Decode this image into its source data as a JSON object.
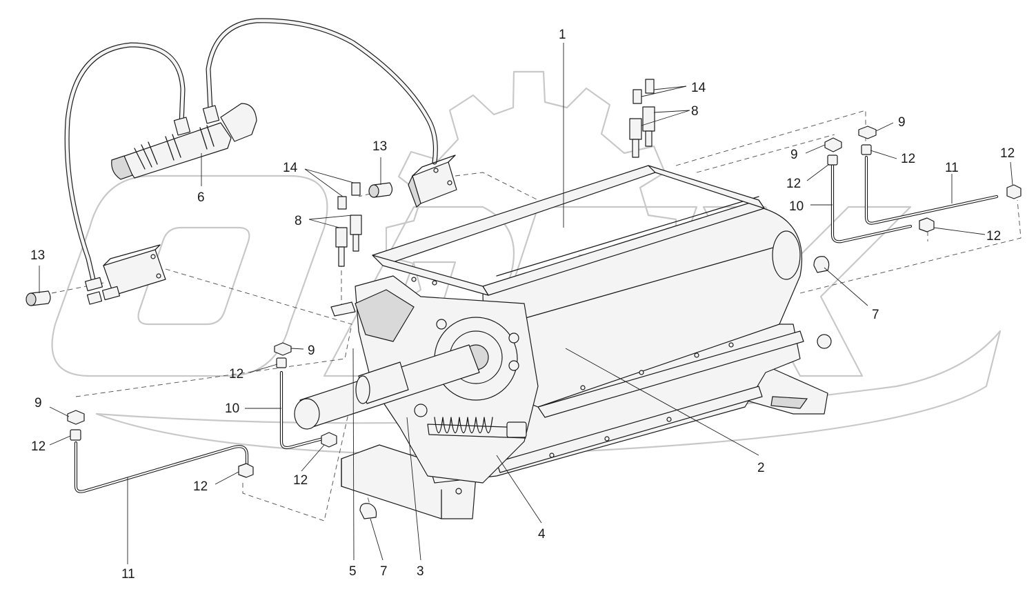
{
  "callouts": [
    {
      "id": "c1",
      "text": "1"
    },
    {
      "id": "c2",
      "text": "2"
    },
    {
      "id": "c3",
      "text": "3"
    },
    {
      "id": "c4",
      "text": "4"
    },
    {
      "id": "c5",
      "text": "5"
    },
    {
      "id": "c6",
      "text": "6"
    },
    {
      "id": "c7a",
      "text": "7"
    },
    {
      "id": "c7b",
      "text": "7"
    },
    {
      "id": "c8a",
      "text": "8"
    },
    {
      "id": "c8b",
      "text": "8"
    },
    {
      "id": "c9a",
      "text": "9"
    },
    {
      "id": "c9b",
      "text": "9"
    },
    {
      "id": "c9c",
      "text": "9"
    },
    {
      "id": "c9d",
      "text": "9"
    },
    {
      "id": "c10a",
      "text": "10"
    },
    {
      "id": "c10b",
      "text": "10"
    },
    {
      "id": "c11a",
      "text": "11"
    },
    {
      "id": "c11b",
      "text": "11"
    },
    {
      "id": "c12a",
      "text": "12"
    },
    {
      "id": "c12b",
      "text": "12"
    },
    {
      "id": "c12c",
      "text": "12"
    },
    {
      "id": "c12d",
      "text": "12"
    },
    {
      "id": "c12e",
      "text": "12"
    },
    {
      "id": "c12f",
      "text": "12"
    },
    {
      "id": "c12g",
      "text": "12"
    },
    {
      "id": "c13a",
      "text": "13"
    },
    {
      "id": "c13b",
      "text": "13"
    },
    {
      "id": "c14a",
      "text": "14"
    },
    {
      "id": "c14b",
      "text": "14"
    }
  ],
  "colors": {
    "line": "#1a1a1a",
    "part_fill": "#f4f4f4",
    "watermark": "#c8c8c8",
    "background": "#ffffff"
  },
  "watermark": {
    "text": "OREX"
  }
}
